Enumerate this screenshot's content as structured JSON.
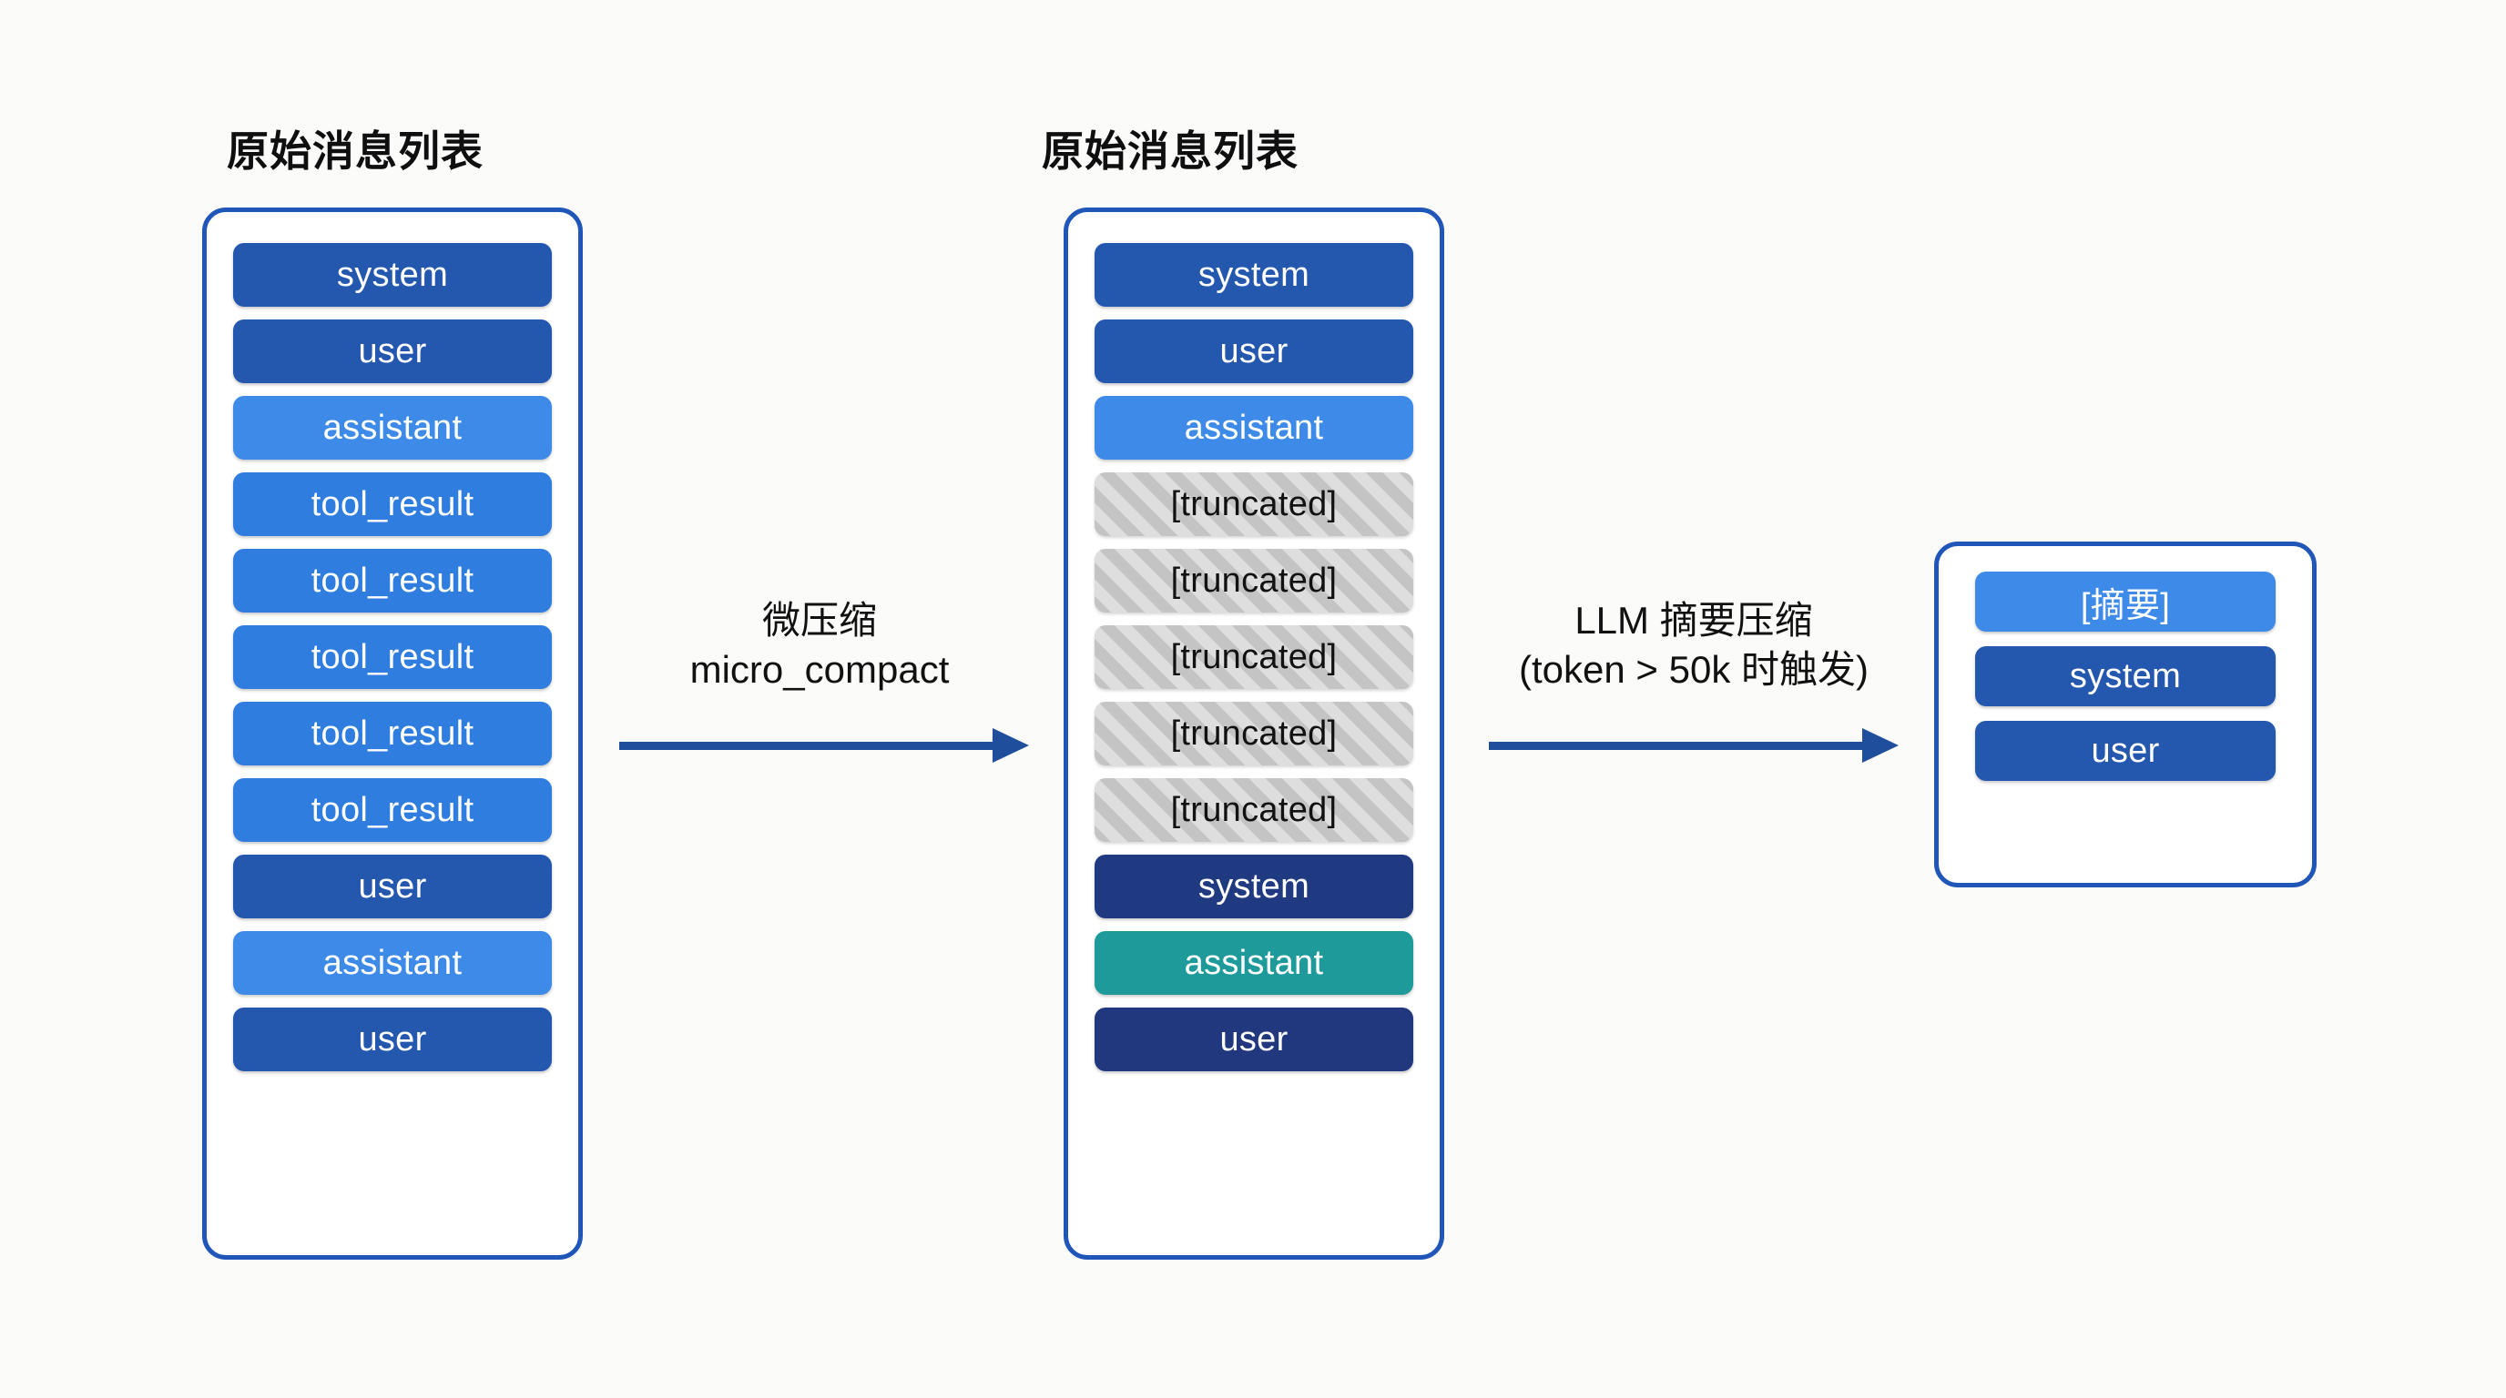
{
  "background_color": "#fbfbf9",
  "palette": {
    "panel_border": "#1f56b8",
    "arrow": "#1f4e9c",
    "system": "#2457ae",
    "user": "#2457ae",
    "assistant": "#3d8ae8",
    "tool_result": "#2f7ddf",
    "truncated_bg": "#c9c9c9",
    "post_compact_system": "#1f3a80",
    "post_compact_assistant": "#1f9a9a",
    "post_compact_user": "#22387e",
    "summary": "#3d8ae8"
  },
  "columns": {
    "original": {
      "title": "原始消息列表",
      "items": [
        {
          "label": "system",
          "kind": "system"
        },
        {
          "label": "user",
          "kind": "user"
        },
        {
          "label": "assistant",
          "kind": "assistant"
        },
        {
          "label": "tool_result",
          "kind": "tool_result"
        },
        {
          "label": "tool_result",
          "kind": "tool_result"
        },
        {
          "label": "tool_result",
          "kind": "tool_result"
        },
        {
          "label": "tool_result",
          "kind": "tool_result"
        },
        {
          "label": "tool_result",
          "kind": "tool_result"
        },
        {
          "label": "user",
          "kind": "user"
        },
        {
          "label": "assistant",
          "kind": "assistant"
        },
        {
          "label": "user",
          "kind": "user"
        }
      ]
    },
    "compacted": {
      "title": "原始消息列表",
      "items": [
        {
          "label": "system",
          "kind": "system"
        },
        {
          "label": "user",
          "kind": "user"
        },
        {
          "label": "assistant",
          "kind": "assistant"
        },
        {
          "label": "[truncated]",
          "kind": "truncated"
        },
        {
          "label": "[truncated]",
          "kind": "truncated"
        },
        {
          "label": "[truncated]",
          "kind": "truncated"
        },
        {
          "label": "[truncated]",
          "kind": "truncated"
        },
        {
          "label": "[truncated]",
          "kind": "truncated"
        },
        {
          "label": "system",
          "kind": "post_compact_system"
        },
        {
          "label": "assistant",
          "kind": "post_compact_assistant"
        },
        {
          "label": "user",
          "kind": "post_compact_user"
        }
      ]
    },
    "summarized": {
      "title": "",
      "items": [
        {
          "label": "[摘要]",
          "kind": "summary"
        },
        {
          "label": "system",
          "kind": "system"
        },
        {
          "label": "user",
          "kind": "user"
        }
      ]
    }
  },
  "arrows": [
    {
      "name": "micro-compact",
      "label_line1": "微压缩",
      "label_line2": "micro_compact"
    },
    {
      "name": "llm-summary",
      "label_line1": "LLM 摘要压缩",
      "label_line2": "(token > 50k 时触发)"
    }
  ]
}
